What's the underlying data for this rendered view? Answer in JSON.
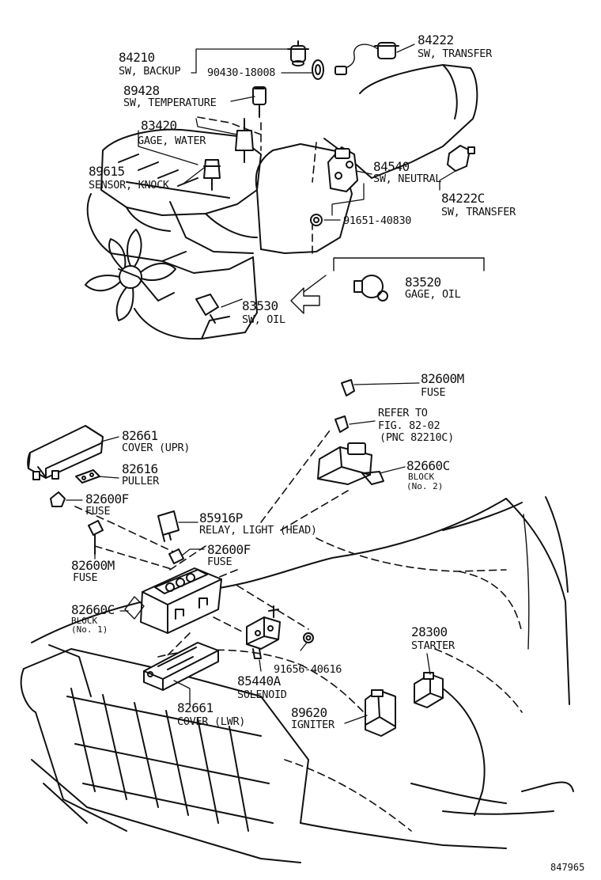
{
  "diagram_id": "847965",
  "parts": {
    "p84210": {
      "number": "84210",
      "name": "SW, BACKUP"
    },
    "p90430": {
      "number": "90430-18008"
    },
    "p84222": {
      "number": "84222",
      "name": "SW, TRANSFER"
    },
    "p89428": {
      "number": "89428",
      "name": "SW, TEMPERATURE"
    },
    "p83420": {
      "number": "83420",
      "name": "GAGE, WATER"
    },
    "p89615": {
      "number": "89615",
      "name": "SENSOR, KNOCK"
    },
    "p84540": {
      "number": "84540",
      "name": "SW, NEUTRAL"
    },
    "p84222C": {
      "number": "84222C",
      "name": "SW, TRANSFER"
    },
    "p91651": {
      "number": "91651-40830"
    },
    "p83520": {
      "number": "83520",
      "name": "GAGE, OIL"
    },
    "p83530": {
      "number": "83530",
      "name": "SW, OIL"
    },
    "p82600M_top": {
      "number": "82600M",
      "name": "FUSE"
    },
    "refer": {
      "line1": "REFER TO",
      "line2": "FIG. 82-02",
      "line3": "(PNC 82210C)"
    },
    "p82661_upr": {
      "number": "82661",
      "name": "COVER (UPR)"
    },
    "p82660C_no2": {
      "number": "82660C",
      "name": "BLOCK",
      "sub": "(No. 2)"
    },
    "p82616": {
      "number": "82616",
      "name": "PULLER"
    },
    "p82600F_a": {
      "number": "82600F",
      "name": "FUSE"
    },
    "p85916P": {
      "number": "85916P",
      "name": "RELAY, LIGHT (HEAD)"
    },
    "p82600F_b": {
      "number": "82600F",
      "name": "FUSE"
    },
    "p82600M_low": {
      "number": "82600M",
      "name": "FUSE"
    },
    "p82660C_no1": {
      "number": "82660C",
      "name": "BLOCK",
      "sub": "(No. 1)"
    },
    "p28300": {
      "number": "28300",
      "name": "STARTER"
    },
    "p91656": {
      "number": "91656-40616"
    },
    "p85440A": {
      "number": "85440A",
      "name": "SOLENOID"
    },
    "p82661_lwr": {
      "number": "82661",
      "name": "COVER (LWR)"
    },
    "p89620": {
      "number": "89620",
      "name": "IGNITER"
    }
  }
}
